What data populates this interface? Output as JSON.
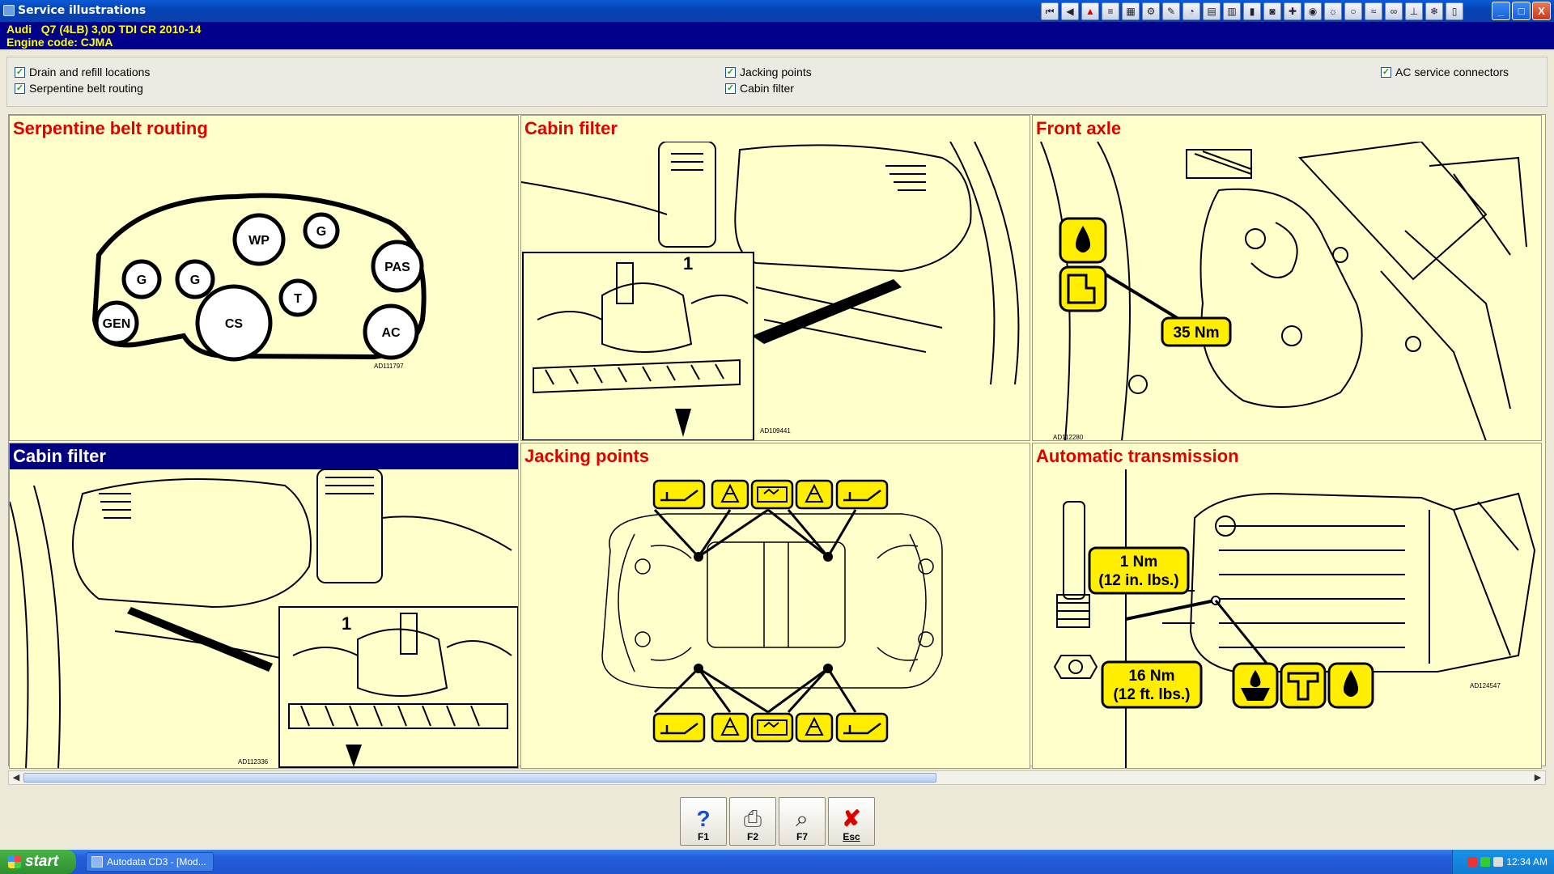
{
  "window": {
    "title": "Service illustrations",
    "controls": [
      "_",
      "□",
      "X"
    ],
    "toolbar_icons": [
      "first-icon",
      "prev-icon",
      "warning-icon",
      "list-icon",
      "image-icon",
      "engine-icon",
      "wrench-icon",
      "gauge-icon",
      "filter-icon",
      "chart-icon",
      "battery-icon",
      "car-icon",
      "service-icon",
      "brake-icon",
      "lamp-icon",
      "tyre-icon",
      "wiring-icon",
      "belt-icon",
      "jack-icon",
      "ac-icon",
      "doc-icon"
    ]
  },
  "vehicle": {
    "line1": "Audi   Q7 (4LB) 3,0D TDI CR 2010-14",
    "line2": "Engine code: CJMA"
  },
  "options": [
    {
      "label": "Drain and refill locations",
      "checked": true
    },
    {
      "label": "Serpentine belt routing",
      "checked": true
    },
    {
      "label": "Jacking points",
      "checked": true
    },
    {
      "label": "Cabin filter",
      "checked": true
    },
    {
      "label": "AC service connectors",
      "checked": true
    }
  ],
  "panels": [
    {
      "title": "Serpentine belt routing",
      "code": "AD111797"
    },
    {
      "title": "Cabin filter",
      "code": "AD109441"
    },
    {
      "title": "Front axle",
      "code": "AD112280"
    },
    {
      "title": "Cabin filter",
      "code": "AD112336",
      "selected": true
    },
    {
      "title": "Jacking points",
      "code": ""
    },
    {
      "title": "Automatic transmission",
      "code": "AD124547"
    }
  ],
  "belt": {
    "pulleys": [
      "WP",
      "G",
      "G",
      "G",
      "PAS",
      "T",
      "GEN",
      "CS",
      "AC"
    ]
  },
  "callouts": {
    "cabin_marker": "1",
    "front_axle_torque": "35 Nm",
    "trans_torque_small_1": "1 Nm",
    "trans_torque_small_2": "(12 in. lbs.)",
    "trans_torque_large_1": "16 Nm",
    "trans_torque_large_2": "(12 ft. lbs.)"
  },
  "fkeys": [
    {
      "key": "F1",
      "icon": "help-icon"
    },
    {
      "key": "F2",
      "icon": "print-icon"
    },
    {
      "key": "F7",
      "icon": "zoom-icon"
    },
    {
      "key": "Esc",
      "icon": "close-icon"
    }
  ],
  "taskbar": {
    "start": "start",
    "task": "Autodata CD3 - [Mod...",
    "clock": "12:34 AM"
  },
  "colors": {
    "accent_red": "#e00000",
    "panel_bg": "#ffffcc",
    "vehicle_bar": "#00008b",
    "vehicle_text": "#ffff00",
    "selected_header": "#000080",
    "callout_yellow": "#ffee00"
  }
}
